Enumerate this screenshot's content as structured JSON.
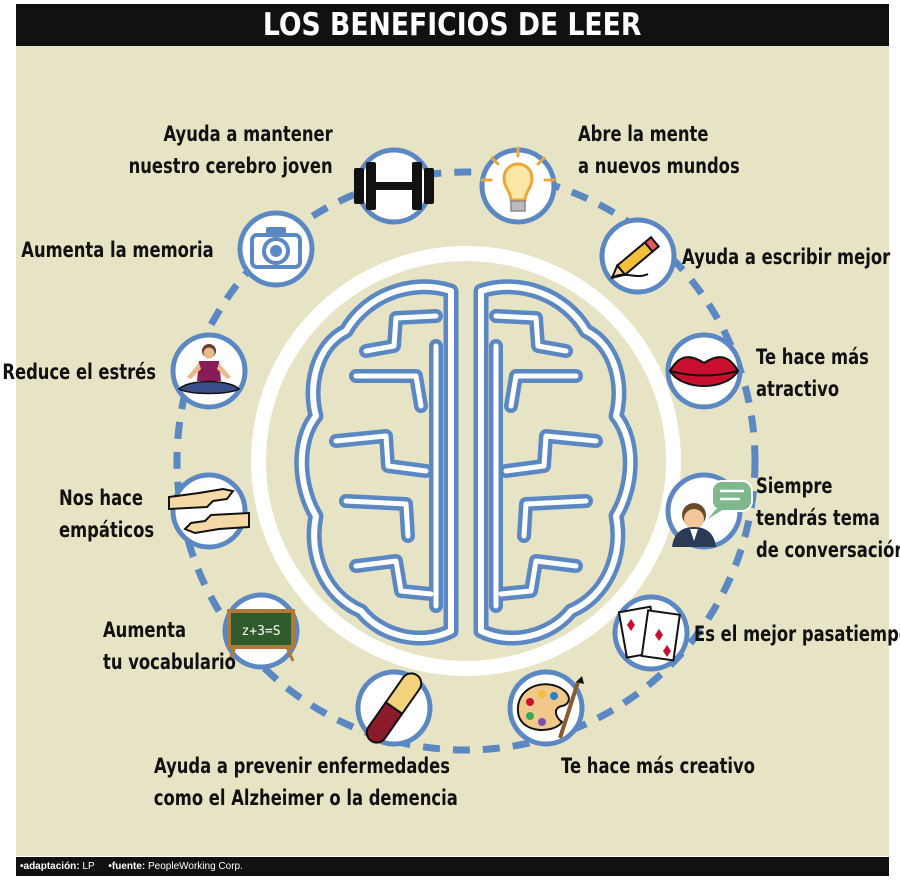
{
  "title": "LOS BENEFICIOS DE LEER",
  "benefits": [
    {
      "id": "memory",
      "lines": [
        "Aumenta la memoria"
      ],
      "icon": "camera-icon"
    },
    {
      "id": "young",
      "lines": [
        "Ayuda a mantener",
        "nuestro cerebro joven"
      ],
      "icon": "dumbbell-icon"
    },
    {
      "id": "mind",
      "lines": [
        "Abre la mente",
        "a nuevos mundos"
      ],
      "icon": "lightbulb-icon"
    },
    {
      "id": "write",
      "lines": [
        "Ayuda a escribir mejor"
      ],
      "icon": "pencil-icon"
    },
    {
      "id": "attractive",
      "lines": [
        "Te hace más",
        "atractivo"
      ],
      "icon": "lips-icon"
    },
    {
      "id": "conversation",
      "lines": [
        "Siempre",
        "tendrás tema",
        "de conversación"
      ],
      "icon": "speech-bubble-icon"
    },
    {
      "id": "pastime",
      "lines": [
        "Es el mejor pasatiempo"
      ],
      "icon": "playing-cards-icon"
    },
    {
      "id": "creative",
      "lines": [
        "Te hace más creativo"
      ],
      "icon": "paint-palette-icon"
    },
    {
      "id": "disease",
      "lines": [
        "Ayuda a prevenir enfermedades",
        "como el Alzheimer o la demencia"
      ],
      "icon": "pill-icon"
    },
    {
      "id": "vocabulary",
      "lines": [
        "Aumenta",
        "tu vocabulario"
      ],
      "icon": "chalkboard-icon"
    },
    {
      "id": "empathy",
      "lines": [
        "Nos hace",
        "empáticos"
      ],
      "icon": "hands-icon"
    },
    {
      "id": "stress",
      "lines": [
        "Reduce el estrés"
      ],
      "icon": "meditation-icon"
    }
  ],
  "chalkboard_text": "z+3=S",
  "center_icon": "brain-icon",
  "footer": {
    "adaptation_label": "•adaptación:",
    "adaptation_value": "LP",
    "source_label": "•fuente:",
    "source_value": "PeopleWorking Corp."
  },
  "colors": {
    "background": "#e7e4c6",
    "accent_blue": "#5b88c2",
    "bar": "#111111"
  }
}
